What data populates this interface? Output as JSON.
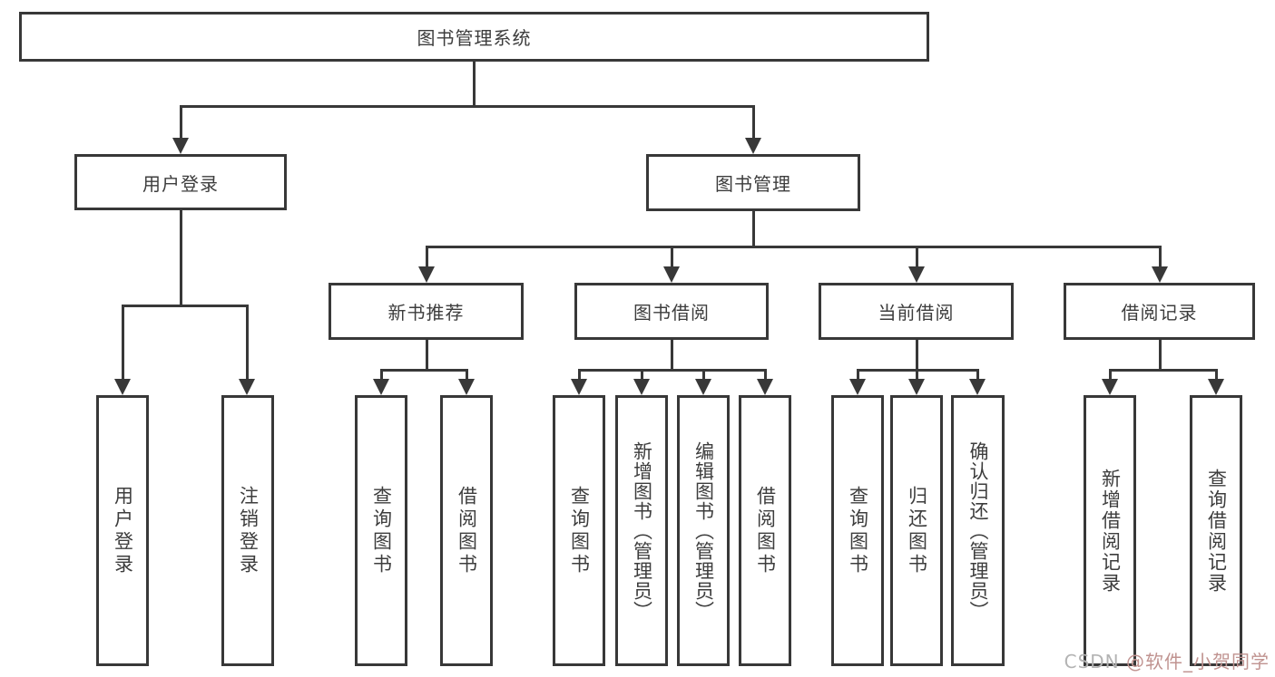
{
  "diagram": {
    "root": {
      "label": "图书管理系统"
    },
    "level2": [
      {
        "label": "用户登录"
      },
      {
        "label": "图书管理"
      }
    ],
    "level3": [
      {
        "label": "新书推荐"
      },
      {
        "label": "图书借阅"
      },
      {
        "label": "当前借阅"
      },
      {
        "label": "借阅记录"
      }
    ],
    "leaves": [
      {
        "label": "用户登录"
      },
      {
        "label": "注销登录"
      },
      {
        "label": "查询图书"
      },
      {
        "label": "借阅图书"
      },
      {
        "label": "查询图书"
      },
      {
        "label": "新增图书（管理员）"
      },
      {
        "label": "编辑图书（管理员）"
      },
      {
        "label": "借阅图书"
      },
      {
        "label": "查询图书"
      },
      {
        "label": "归还图书"
      },
      {
        "label": "确认归还（管理员）"
      },
      {
        "label": "新增借阅记录"
      },
      {
        "label": "查询借阅记录"
      }
    ]
  },
  "watermark": {
    "prefix": "CSDN ",
    "handle": "@软件_小贺同学"
  },
  "colors": {
    "line": "#383838",
    "text": "#3d3d3d",
    "watermark_gray": "#b3b3b3",
    "watermark_red": "#c09390"
  }
}
